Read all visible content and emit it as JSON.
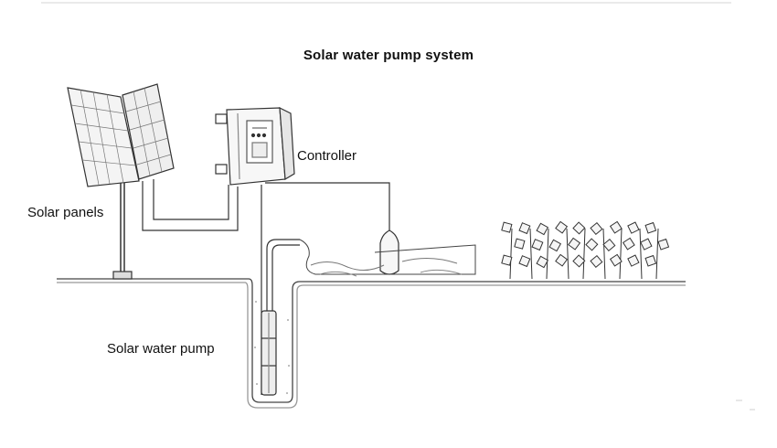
{
  "title": "Solar water pump system",
  "labels": {
    "controller": "Controller",
    "solar_panels": "Solar panels",
    "solar_water_pump": "Solar water pump"
  },
  "components": [
    "solar-panel-array",
    "controller-box",
    "pressure-tank",
    "submersible-pump",
    "borehole",
    "water-reservoir",
    "crop-field"
  ],
  "colors": {
    "line": "#333333",
    "faint": "#9a9a9a",
    "background": "#ffffff"
  }
}
